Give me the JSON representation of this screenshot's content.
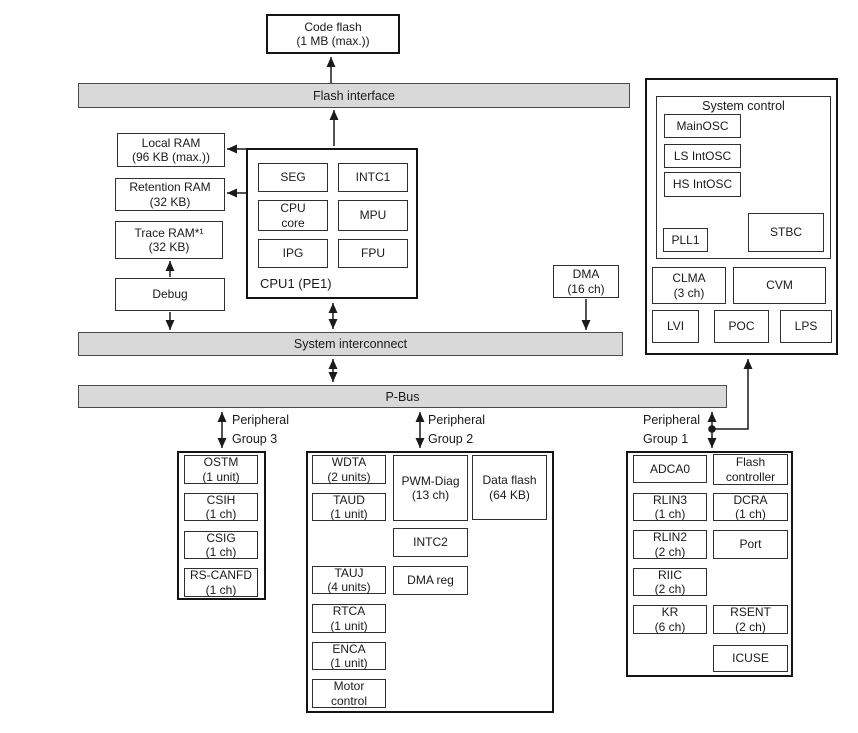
{
  "colors": {
    "bus_fill": "#d9d9d9",
    "line": "#1a1a1a",
    "box_border": "#2f2f2f"
  },
  "top": {
    "code_flash": "Code flash\n(1 MB (max.))",
    "flash_interface": "Flash interface"
  },
  "memory": {
    "local_ram": "Local RAM\n(96 KB (max.))",
    "retention_ram": "Retention RAM\n(32 KB)",
    "trace_ram": "Trace RAM*¹\n(32 KB)",
    "debug": "Debug"
  },
  "cpu1": {
    "label": "CPU1 (PE1)",
    "seg": "SEG",
    "intc1": "INTC1",
    "cpu_core": "CPU\ncore",
    "mpu": "MPU",
    "ipg": "IPG",
    "fpu": "FPU"
  },
  "dma": "DMA\n(16 ch)",
  "buses": {
    "system_interconnect": "System interconnect",
    "pbus": "P-Bus"
  },
  "system_control": {
    "title": "System control",
    "mainosc": "MainOSC",
    "ls_intosc": "LS IntOSC",
    "hs_intosc": "HS IntOSC",
    "pll1": "PLL1",
    "stbc": "STBC",
    "clma": "CLMA\n(3 ch)",
    "cvm": "CVM",
    "lvi": "LVI",
    "poc": "POC",
    "lps": "LPS"
  },
  "groups": {
    "g3_label": "Peripheral\nGroup 3",
    "g2_label": "Peripheral\nGroup 2",
    "g1_label": "Peripheral\nGroup 1",
    "g3": {
      "ostm": "OSTM\n(1 unit)",
      "csih": "CSIH\n(1 ch)",
      "csig": "CSIG\n(1 ch)",
      "rs_canfd": "RS-CANFD\n(1 ch)"
    },
    "g2": {
      "wdta": "WDTA\n(2 units)",
      "taud": "TAUD\n(1 unit)",
      "pwm_diag": "PWM-Diag\n(13 ch)",
      "data_flash": "Data flash\n(64 KB)",
      "intc2": "INTC2",
      "tauj": "TAUJ\n(4 units)",
      "dma_reg": "DMA reg",
      "rtca": "RTCA\n(1 unit)",
      "enca": "ENCA\n(1 unit)",
      "motor_control": "Motor\ncontrol"
    },
    "g1": {
      "adca0": "ADCA0",
      "flash_controller": "Flash\ncontroller",
      "rlin3": "RLIN3\n(1 ch)",
      "dcra": "DCRA\n(1 ch)",
      "rlin2": "RLIN2\n(2 ch)",
      "port": "Port",
      "riic": "RIIC\n(2 ch)",
      "kr": "KR\n(6 ch)",
      "rsent": "RSENT\n(2 ch)",
      "icuse": "ICUSE"
    }
  }
}
